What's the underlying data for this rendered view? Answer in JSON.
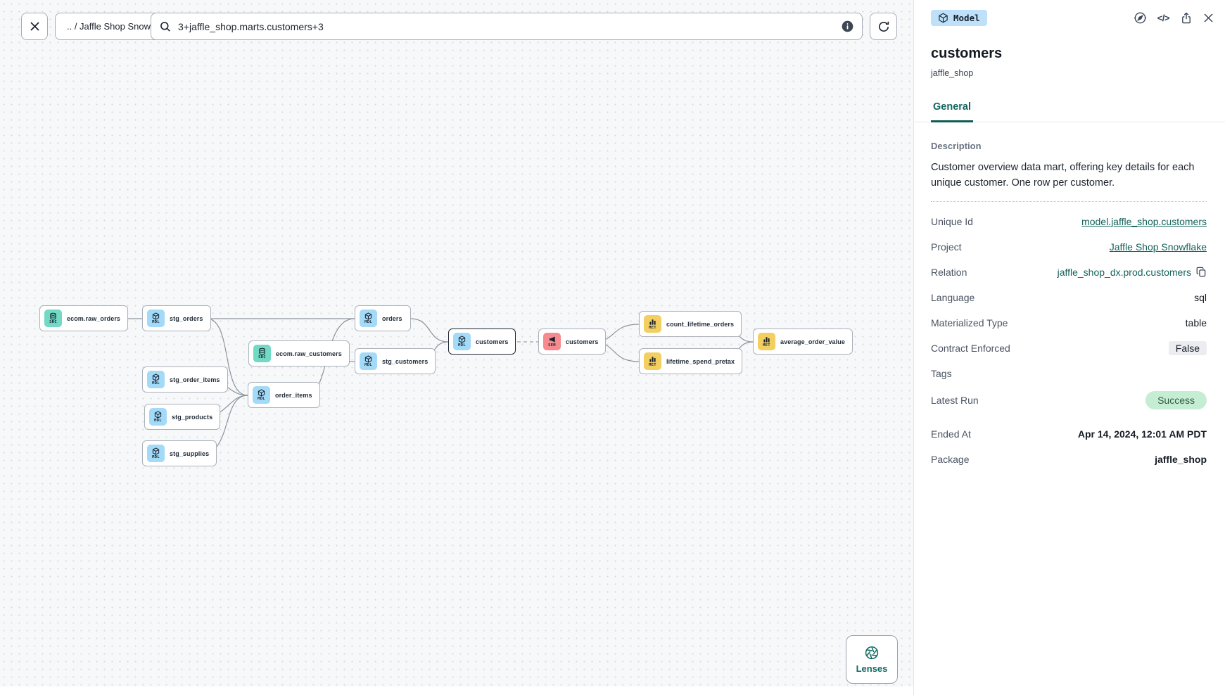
{
  "toolbar": {
    "breadcrumb": ".. / Jaffle Shop Snowflake",
    "search_value": "3+jaffle_shop.marts.customers+3"
  },
  "canvas": {
    "lenses_label": "Lenses"
  },
  "graph": {
    "nodes": [
      {
        "label": "ecom.raw_orders",
        "kind": "SRC"
      },
      {
        "label": "stg_orders",
        "kind": "MDL"
      },
      {
        "label": "ecom.raw_customers",
        "kind": "SRC"
      },
      {
        "label": "stg_order_items",
        "kind": "MDL"
      },
      {
        "label": "order_items",
        "kind": "MDL"
      },
      {
        "label": "stg_products",
        "kind": "MDL"
      },
      {
        "label": "stg_supplies",
        "kind": "MDL"
      },
      {
        "label": "orders",
        "kind": "MDL"
      },
      {
        "label": "stg_customers",
        "kind": "MDL"
      },
      {
        "label": "customers",
        "kind": "MDL",
        "selected": true
      },
      {
        "label": "customers",
        "kind": "SEM"
      },
      {
        "label": "count_lifetime_orders",
        "kind": "MET"
      },
      {
        "label": "lifetime_spend_pretax",
        "kind": "MET"
      },
      {
        "label": "average_order_value",
        "kind": "MET"
      }
    ]
  },
  "panel": {
    "resource_type": "Model",
    "title": "customers",
    "subtitle": "jaffle_shop",
    "tab_general": "General",
    "description_label": "Description",
    "description_text": "Customer overview data mart, offering key details for each unique customer. One row per customer.",
    "fields": [
      {
        "label": "Unique Id",
        "value": "model.jaffle_shop.customers"
      },
      {
        "label": "Project",
        "value": "Jaffle Shop Snowflake"
      },
      {
        "label": "Relation",
        "value": "jaffle_shop_dx.prod.customers"
      },
      {
        "label": "Language",
        "value": "sql"
      },
      {
        "label": "Materialized Type",
        "value": "table"
      },
      {
        "label": "Contract Enforced",
        "value": "False"
      },
      {
        "label": "Tags",
        "value": ""
      },
      {
        "label": "Latest Run",
        "value": "Success"
      },
      {
        "label": "Ended At",
        "value": "Apr 14, 2024, 12:01 AM PDT"
      },
      {
        "label": "Package",
        "value": "jaffle_shop"
      }
    ]
  },
  "colors": {
    "accent_teal": "#11675F",
    "model_chip": "#A3DAF7",
    "source_chip": "#72D9C4",
    "metric_chip": "#F3CF61",
    "semantic_chip": "#F58B8F",
    "success_badge_bg": "#C5EDD3",
    "resource_badge_bg": "#BEE1F9"
  }
}
